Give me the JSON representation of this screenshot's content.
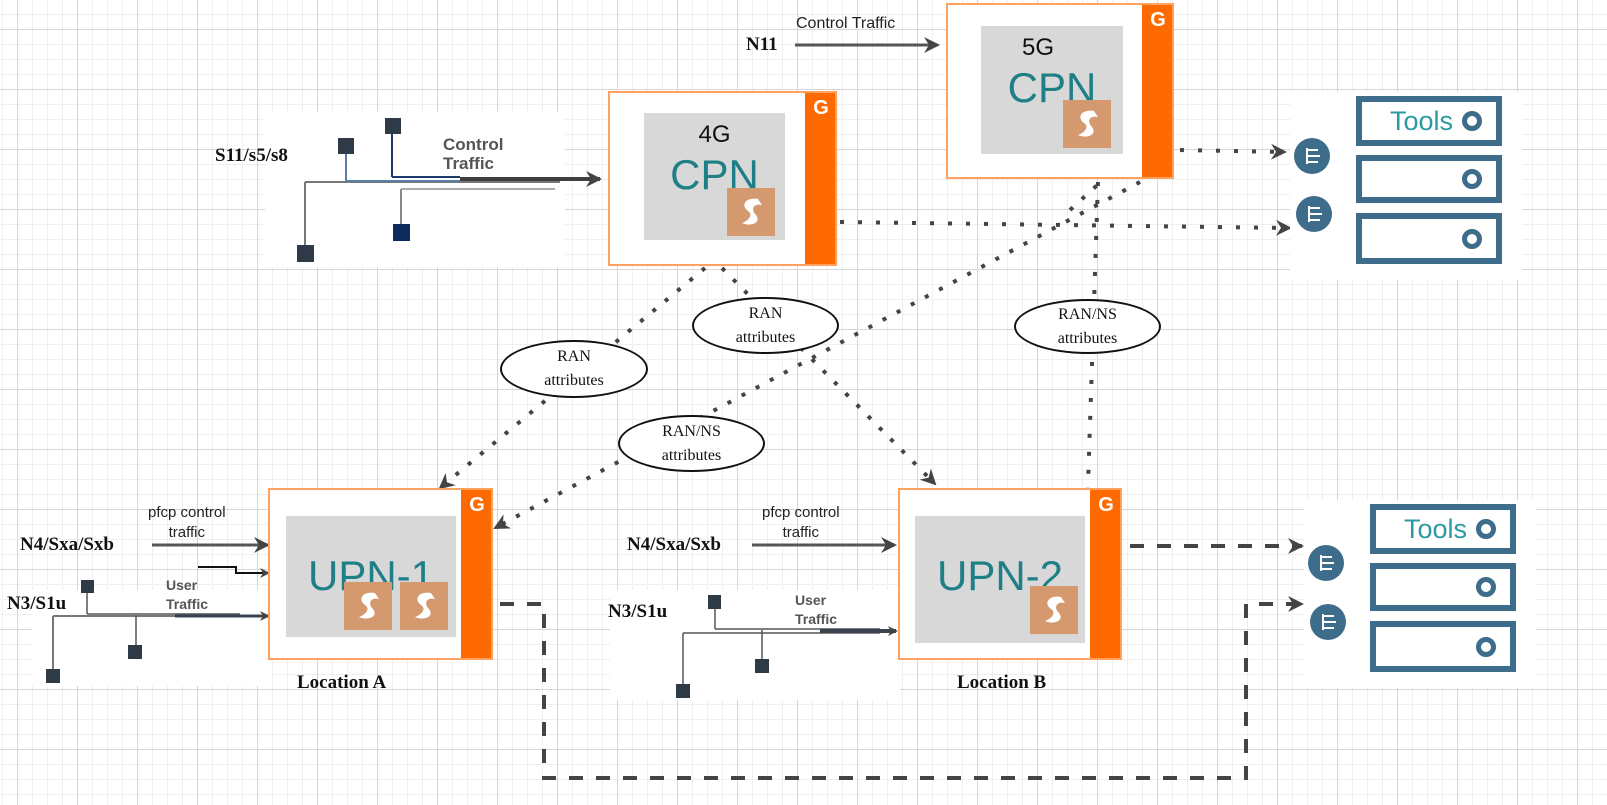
{
  "colors": {
    "node_border": "#ffa260",
    "node_bar": "#ff6a00",
    "node_inner": "#d8d8d8",
    "node_title": "#1f7f86",
    "service_badge": "#d59970",
    "tools_blue": "#3d6d8a",
    "tools_text": "#2a9aa3",
    "connector": "#444444"
  },
  "icons": {
    "node_logo": "g-logo-icon",
    "service": "s-service-icon",
    "port": "network-port-icon",
    "endpoint": "square-endpoint-icon"
  },
  "interfaces": {
    "n11": "N11",
    "s11": "S11/s5/s8",
    "n4_a": "N4/Sxa/Sxb",
    "n3_a": "N3/S1u",
    "n4_b": "N4/Sxa/Sxb",
    "n3_b": "N3/S1u"
  },
  "edge_labels": {
    "n11_control": "Control Traffic",
    "s11_control_line1": "Control",
    "s11_control_line2": "Traffic",
    "pfcp_a_line1": "pfcp control",
    "pfcp_a_line2": "traffic",
    "user_a_line1": "User",
    "user_a_line2": "Traffic",
    "pfcp_b_line1": "pfcp control",
    "pfcp_b_line2": "traffic",
    "user_b_line1": "User",
    "user_b_line2": "Traffic"
  },
  "nodes": {
    "cpn4g": {
      "kind": "4G",
      "name": "CPN",
      "logo": "G"
    },
    "cpn5g": {
      "kind": "5G",
      "name": "CPN",
      "logo": "G"
    },
    "upn1": {
      "name": "UPN-1",
      "logo": "G",
      "location": "Location A"
    },
    "upn2": {
      "name": "UPN-2",
      "logo": "G",
      "location": "Location B"
    }
  },
  "attributes": [
    {
      "line1": "RAN",
      "line2": "attributes"
    },
    {
      "line1": "RAN",
      "line2": "attributes"
    },
    {
      "line1": "RAN/NS",
      "line2": "attributes"
    },
    {
      "line1": "RAN/NS",
      "line2": "attributes"
    }
  ],
  "tools": {
    "top": {
      "label": "Tools"
    },
    "bottom": {
      "label": "Tools"
    }
  }
}
